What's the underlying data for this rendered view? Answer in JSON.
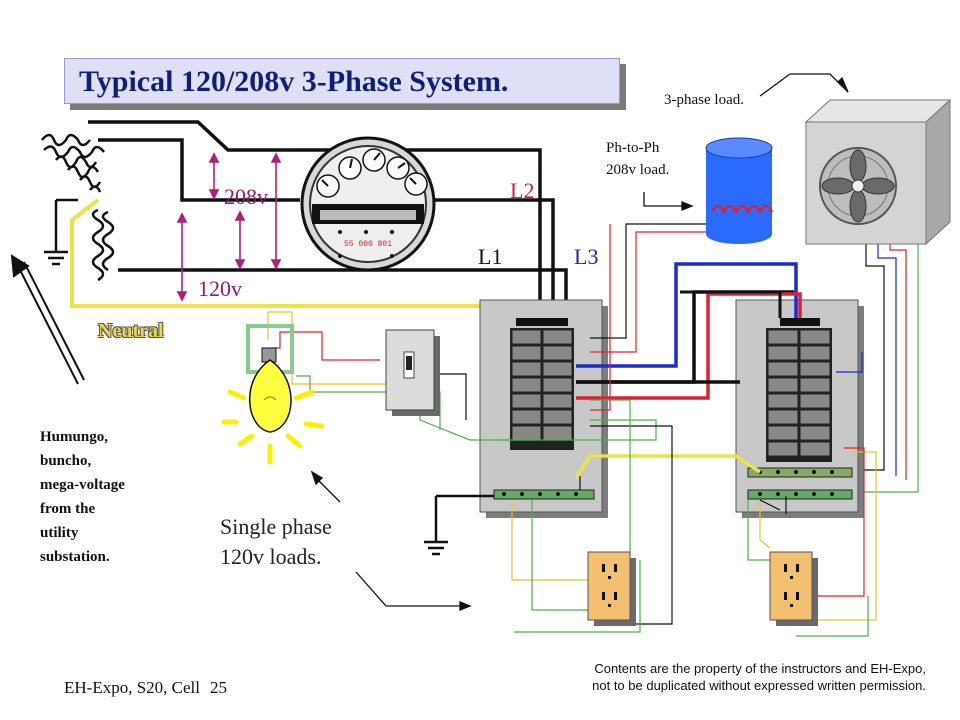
{
  "title": "Typical 120/208v 3-Phase System.",
  "labels": {
    "v208": "208v",
    "v120": "120v",
    "l1": "L1",
    "l2": "L2",
    "l3": "L3",
    "neutral": "Neutral",
    "three_phase_load": "3-phase load.",
    "ph_to_ph_line1": "Ph-to-Ph",
    "ph_to_ph_line2": "208v load.",
    "single_phase_line1": "Single phase",
    "single_phase_line2": "120v loads."
  },
  "utility_note": {
    "lines": [
      "Humungo,",
      "buncho,",
      "mega-voltage",
      "from the",
      "utility",
      "substation."
    ]
  },
  "meter_text": "55 000 801",
  "footer": {
    "source": "EH-Expo, S20, Cell",
    "page": "25",
    "copyright_line1": "Contents are the property of the instructors and EH-Expo,",
    "copyright_line2": "not to be duplicated without expressed written permission."
  },
  "colors": {
    "title_navy": "#0f1f78",
    "title_bg": "#dfe0f7",
    "label_magenta": "#8a1c6a",
    "label_red": "#d0202a",
    "label_navy": "#1a2a9a",
    "neutral_yellow": "#e8e44a",
    "phase_red": "#e02030",
    "phase_blue": "#1a2ad8",
    "ground_green": "#4ab04a",
    "panel_gray": "#c8c8c8",
    "outlet_orange": "#f2c070",
    "bulb_yellow": "#ffff40",
    "tank_blue": "#2a6aff"
  }
}
